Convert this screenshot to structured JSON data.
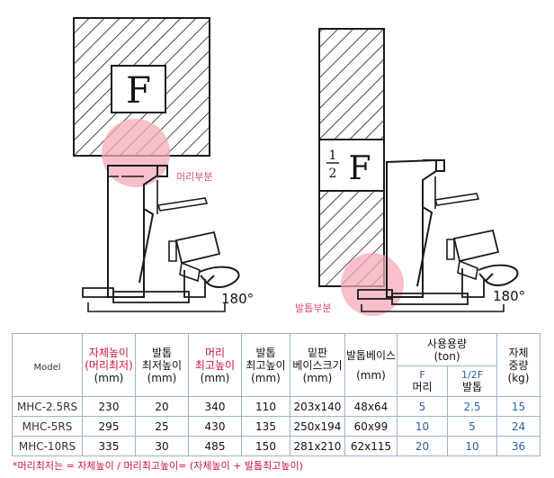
{
  "figure": {
    "left_load_label": "F",
    "right_load_label_num": "1",
    "right_load_label_den": "2",
    "right_load_label_F": "F",
    "rotation_left": "180°",
    "rotation_right": "180°",
    "callout_head": "머리부분",
    "callout_foot": "발톱부분",
    "colors": {
      "highlight": "#f7a9b9",
      "callout_text": "#e0507a",
      "line": "#1a1a1a"
    }
  },
  "table": {
    "headers": {
      "model": "Model",
      "self_height": [
        "자체높이",
        "(머리최저)",
        "(mm)"
      ],
      "claw_min": [
        "발톱",
        "최저높이",
        "(mm)"
      ],
      "head_max": [
        "머리",
        "최고높이",
        "(mm)"
      ],
      "claw_max": [
        "발톱",
        "최고높이",
        "(mm)"
      ],
      "base_plate": [
        "밑판",
        "베이스크기",
        "(mm)"
      ],
      "claw_base": [
        "발톱베이스",
        "(mm)"
      ],
      "capacity": [
        "사용용량",
        "(ton)"
      ],
      "cap_head": [
        "F",
        "머리"
      ],
      "cap_claw": [
        "1/2F",
        "발톱"
      ],
      "weight": [
        "자체",
        "중량",
        "(kg)"
      ]
    },
    "rows": [
      {
        "model": "MHC-2.5RS",
        "self_height": "230",
        "claw_min": "20",
        "head_max": "340",
        "claw_max": "110",
        "base": "203x140",
        "claw_base": "48x64",
        "cap_head": "5",
        "cap_claw": "2.5",
        "weight": "15"
      },
      {
        "model": "MHC-5RS",
        "self_height": "295",
        "claw_min": "25",
        "head_max": "430",
        "claw_max": "135",
        "base": "250x194",
        "claw_base": "60x99",
        "cap_head": "10",
        "cap_claw": "5",
        "weight": "24"
      },
      {
        "model": "MHC-10RS",
        "self_height": "335",
        "claw_min": "30",
        "head_max": "485",
        "claw_max": "150",
        "base": "281x210",
        "claw_base": "62x115",
        "cap_head": "20",
        "cap_claw": "10",
        "weight": "36"
      }
    ],
    "colors": {
      "header_red": "#d0143c",
      "header_blue": "#2a5ea8",
      "border": "#9fb2cc"
    }
  },
  "footnote": "*머리최저는 = 자체높이    /    머리최고높이= (자체높이 + 발톱최고높이)"
}
